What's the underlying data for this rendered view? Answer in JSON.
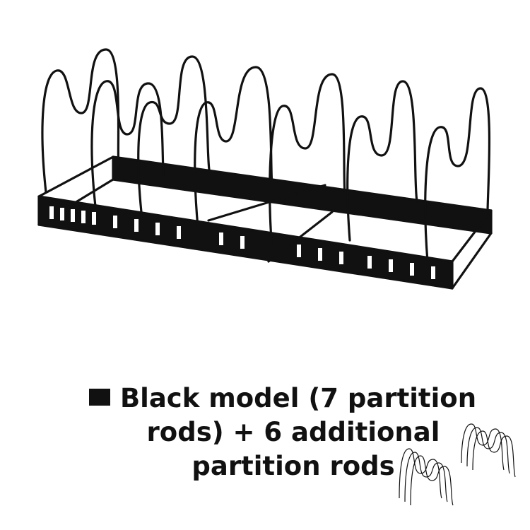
{
  "product_image": {
    "description_icon": "expandable-pot-lid-rack-icon"
  },
  "caption": {
    "line1": "Black model (7 partition",
    "line2": "rods) + 6 additional",
    "line3": "partition rods"
  },
  "colors": {
    "rack": "#111111",
    "background": "#ffffff"
  }
}
